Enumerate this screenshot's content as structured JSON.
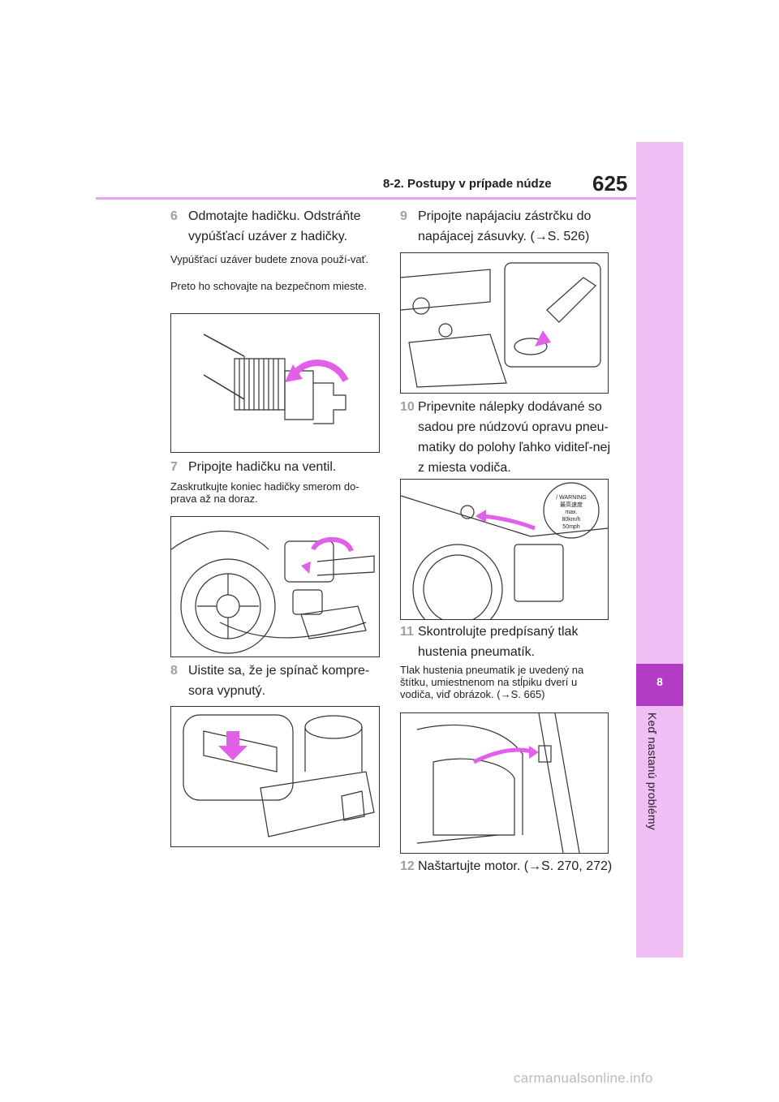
{
  "header": {
    "section": "8-2. Postupy v prípade núdze",
    "page_number": "625"
  },
  "side_tab": {
    "chapter_number": "8",
    "chapter_title": "Keď nastanú problémy"
  },
  "steps": {
    "s6": {
      "num": "6",
      "text": "Odmotajte hadičku. Odstráňte vypúšťací uzáver z hadičky.",
      "note1": "Vypúšťací uzáver budete znova použí-vať.",
      "note2": "Preto ho schovajte na bezpečnom mieste."
    },
    "s7": {
      "num": "7",
      "text": "Pripojte hadičku na ventil.",
      "note": "Zaskrutkujte koniec hadičky smerom do-prava až na doraz."
    },
    "s8": {
      "num": "8",
      "text": "Uistite sa, že je spínač kompre-sora vypnutý."
    },
    "s9": {
      "num": "9",
      "text": "Pripojte napájaciu zástrčku do napájacej zásuvky. (→S. 526)"
    },
    "s10": {
      "num": "10",
      "text": "Pripevnite nálepky dodávané so sadou pre núdzovú opravu pneu-matiky do polohy ľahko viditeľ-nej z miesta vodiča."
    },
    "s11": {
      "num": "11",
      "text": "Skontrolujte predpísaný tlak hustenia pneumatík.",
      "note": "Tlak hustenia pneumatík je uvedený na štítku, umiestnenom na stĺpiku dverí u vodiča, viď obrázok. (→S. 665)"
    },
    "s12": {
      "num": "12",
      "text": "Naštartujte motor. (→S. 270, 272)"
    }
  },
  "sticker": {
    "title": "/ WARNING",
    "kanji": "最高速度",
    "max": "max.",
    "kmh": "80km/h",
    "mph": "50mph"
  },
  "watermark": "carmanualsonline.info",
  "colors": {
    "accent": "#e8a6ee",
    "tab": "#f1bdf5",
    "tab_dark": "#b23cc4",
    "arrow": "#e060e8"
  }
}
